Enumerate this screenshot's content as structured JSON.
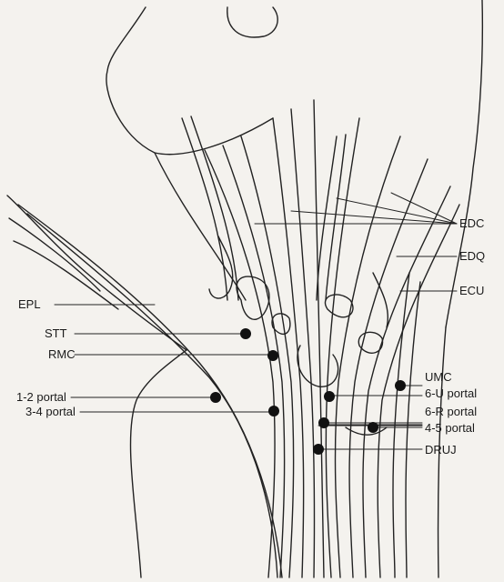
{
  "colors": {
    "ink": "#222222",
    "paper": "#f4f2ee",
    "portal": "#111111"
  },
  "labels": {
    "left": {
      "epl": "EPL",
      "stt": "STT",
      "rmc": "RMC",
      "portal_1_2": "1-2 portal",
      "portal_3_4": "3-4 portal"
    },
    "right": {
      "edc": "EDC",
      "edq": "EDQ",
      "ecu": "ECU",
      "umc": "UMC",
      "portal_6u": "6-U portal",
      "portal_6r": "6-R portal",
      "portal_4_5": "4-5 portal",
      "druj": "DRUJ"
    }
  }
}
